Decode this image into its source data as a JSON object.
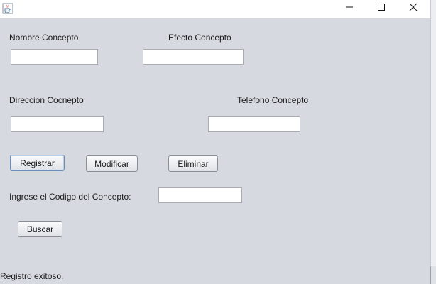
{
  "window": {
    "icon": "java-cup-icon",
    "controls": [
      "minimize-icon",
      "maximize-icon",
      "close-icon"
    ]
  },
  "form": {
    "nombre_label": "Nombre Concepto",
    "nombre_value": "",
    "efecto_label": "Efecto Concepto",
    "efecto_value": "",
    "direccion_label": "Direccion Cocnepto",
    "direccion_value": "",
    "telefono_label": "Telefono Concepto",
    "telefono_value": "",
    "codigo_label": "Ingrese el Codigo del Concepto:",
    "codigo_value": ""
  },
  "buttons": {
    "registrar": "Registrar",
    "modificar": "Modificar",
    "eliminar": "Eliminar",
    "buscar": "Buscar"
  },
  "status": {
    "message": "Registro exitoso."
  }
}
